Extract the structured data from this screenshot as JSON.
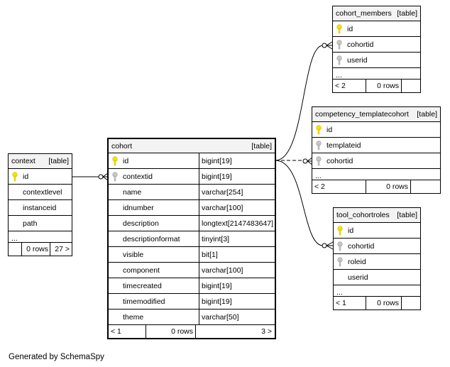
{
  "tables": {
    "context": {
      "name": "context",
      "kind": "[table]",
      "columns": [
        {
          "name": "id",
          "key": "primary"
        },
        {
          "name": "contextlevel",
          "key": ""
        },
        {
          "name": "instanceid",
          "key": ""
        },
        {
          "name": "path",
          "key": ""
        }
      ],
      "more": "...",
      "footer": {
        "left": "",
        "middle": "0 rows",
        "right": "27 >"
      }
    },
    "cohort": {
      "name": "cohort",
      "kind": "[table]",
      "columns": [
        {
          "name": "id",
          "type": "bigint[19]",
          "key": "primary"
        },
        {
          "name": "contextid",
          "type": "bigint[19]",
          "key": "foreign"
        },
        {
          "name": "name",
          "type": "varchar[254]",
          "key": ""
        },
        {
          "name": "idnumber",
          "type": "varchar[100]",
          "key": ""
        },
        {
          "name": "description",
          "type": "longtext[2147483647]",
          "key": ""
        },
        {
          "name": "descriptionformat",
          "type": "tinyint[3]",
          "key": ""
        },
        {
          "name": "visible",
          "type": "bit[1]",
          "key": ""
        },
        {
          "name": "component",
          "type": "varchar[100]",
          "key": ""
        },
        {
          "name": "timecreated",
          "type": "bigint[19]",
          "key": ""
        },
        {
          "name": "timemodified",
          "type": "bigint[19]",
          "key": ""
        },
        {
          "name": "theme",
          "type": "varchar[50]",
          "key": ""
        }
      ],
      "footer": {
        "left": "< 1",
        "middle": "0 rows",
        "right": "3 >"
      }
    },
    "cohort_members": {
      "name": "cohort_members",
      "kind": "[table]",
      "columns": [
        {
          "name": "id",
          "key": "primary"
        },
        {
          "name": "cohortid",
          "key": "foreign"
        },
        {
          "name": "userid",
          "key": "foreign"
        }
      ],
      "more": "...",
      "footer": {
        "left": "< 2",
        "middle": "0 rows",
        "right": ""
      }
    },
    "competency_templatecohort": {
      "name": "competency_templatecohort",
      "kind": "[table]",
      "columns": [
        {
          "name": "id",
          "key": "primary"
        },
        {
          "name": "templateid",
          "key": "foreign"
        },
        {
          "name": "cohortid",
          "key": "foreign"
        }
      ],
      "more": "...",
      "footer": {
        "left": "< 2",
        "middle": "0 rows",
        "right": ""
      }
    },
    "tool_cohortroles": {
      "name": "tool_cohortroles",
      "kind": "[table]",
      "columns": [
        {
          "name": "id",
          "key": "primary"
        },
        {
          "name": "cohortid",
          "key": "foreign"
        },
        {
          "name": "roleid",
          "key": "foreign"
        },
        {
          "name": "userid",
          "key": ""
        }
      ],
      "more": "...",
      "footer": {
        "left": "< 1",
        "middle": "0 rows",
        "right": ""
      }
    }
  },
  "colors": {
    "primary_key": "#f5e400",
    "foreign_key": "#bdbdbd",
    "header_bg": "#f3f3f3"
  },
  "generated_by": "Generated by SchemaSpy"
}
